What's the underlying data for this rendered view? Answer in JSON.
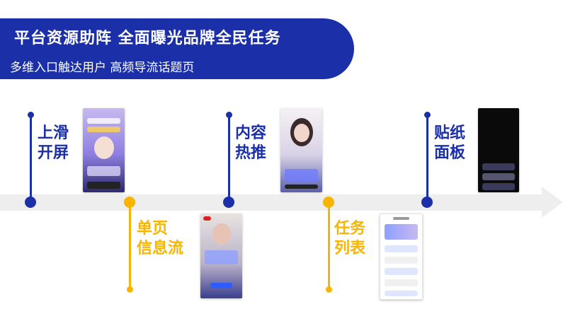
{
  "banner": {
    "title": "平台资源助阵 全面曝光品牌全民任务",
    "subtitle": "多维入口触达用户 高频导流话题页"
  },
  "timeline": {
    "items": [
      {
        "label_line1": "上滑",
        "label_line2": "开屏"
      },
      {
        "label_line1": "单页",
        "label_line2": "信息流"
      },
      {
        "label_line1": "内容",
        "label_line2": "热推"
      },
      {
        "label_line1": "任务",
        "label_line2": "列表"
      },
      {
        "label_line1": "贴纸",
        "label_line2": "面板"
      }
    ]
  },
  "colors": {
    "primary": "#1a2fa8",
    "accent": "#f7b500",
    "track": "#eeeeee"
  }
}
